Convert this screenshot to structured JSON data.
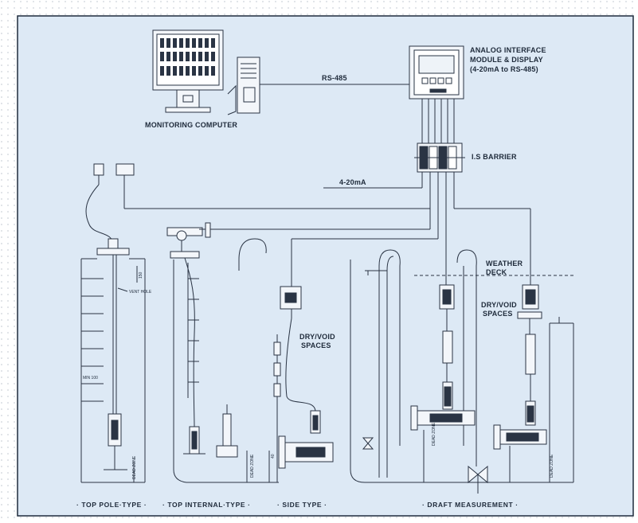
{
  "diagram": {
    "labels": {
      "monitoring_computer": "MONITORING COMPUTER",
      "analog_module_line1": "ANALOG INTERFACE",
      "analog_module_line2": "MODULE & DISPLAY",
      "analog_module_line3": "(4-20mA to RS-485)",
      "rs485": "RS-485",
      "is_barrier": "I.S BARRIER",
      "ma_signal": "4-20mA",
      "weather_deck_line1": "WEATHER",
      "weather_deck_line2": "DECK",
      "dry_void_a_line1": "DRY/VOID",
      "dry_void_a_line2": "SPACES",
      "dry_void_b_line1": "DRY/VOID",
      "dry_void_b_line2": "SPACES",
      "vent_hole": "VENT HOLE",
      "min_100": "MIN 100",
      "dim_150": "150",
      "dead_zone": "DEAD ZONE",
      "dim_40": "40"
    },
    "captions": {
      "top_pole": "· TOP POLE·TYPE ·",
      "top_internal": "· TOP INTERNAL·TYPE ·",
      "side": "· SIDE TYPE ·",
      "draft": "· DRAFT MEASUREMENT ·"
    },
    "colors": {
      "background": "#ffffff",
      "panel": "#dde9f5",
      "line": "#2a3444",
      "border": "#1f2b3d"
    }
  }
}
